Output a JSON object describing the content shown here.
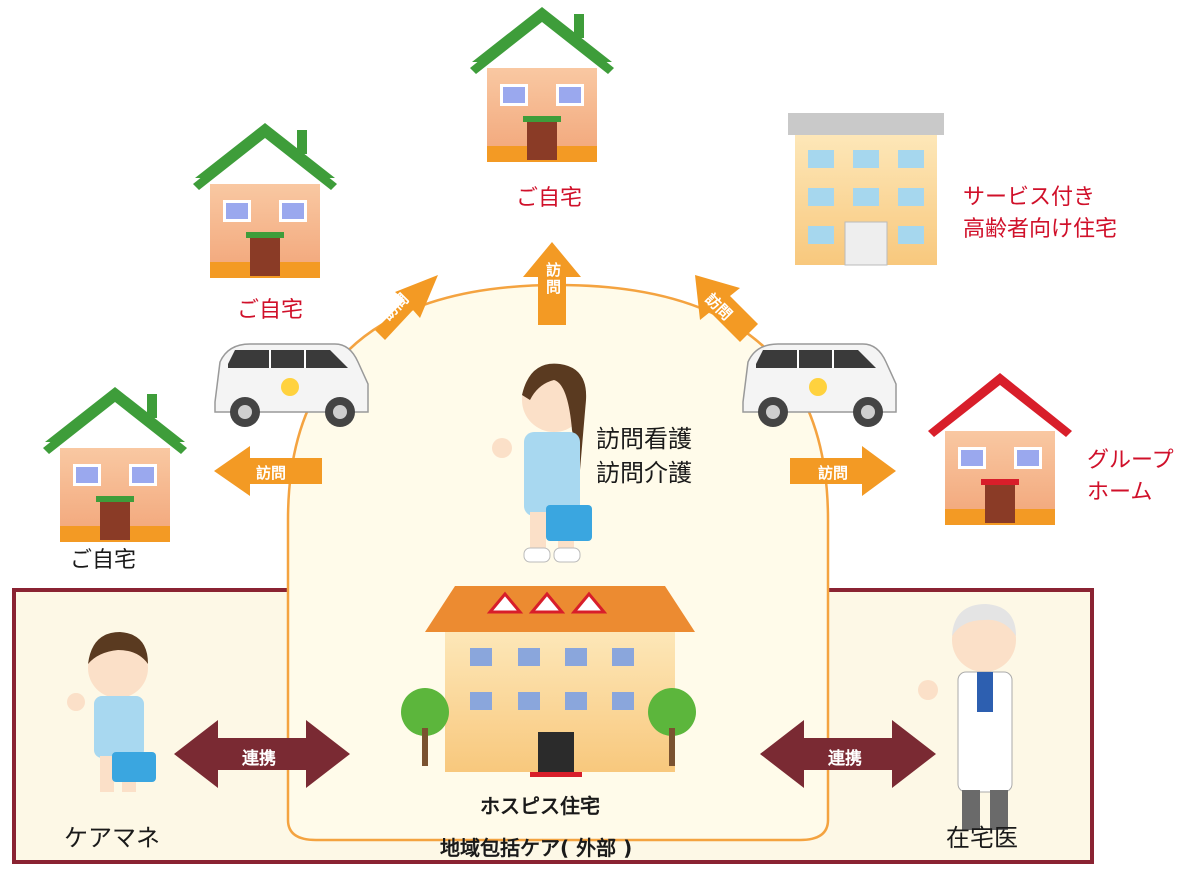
{
  "houses": {
    "home_label": "ご自宅"
  },
  "facilities": {
    "service_housing": [
      "サービス付き",
      "高齢者向け住宅"
    ],
    "group_home": [
      "グループ",
      "ホーム"
    ]
  },
  "arrows": {
    "visit": "訪問",
    "link": "連携"
  },
  "nurse": {
    "services": [
      "訪問看護",
      "訪問介護"
    ]
  },
  "center": {
    "hospice": "ホスピス住宅"
  },
  "people": {
    "care_manager": "ケアマネ",
    "home_doctor": "在宅医"
  },
  "region": {
    "title": "地域包括ケア( 外部 )"
  },
  "colors": {
    "region_border": "#8a2332",
    "region_fill": "#fdf8e6",
    "arrow_orange": "#f39a24",
    "link_arrow": "#7a2a33",
    "roof_green": "#3e9d3a",
    "roof_red": "#d81e2a",
    "label_red": "#d0102a",
    "path_orange": "#f4a340",
    "dome_fill": "#fffbea"
  }
}
